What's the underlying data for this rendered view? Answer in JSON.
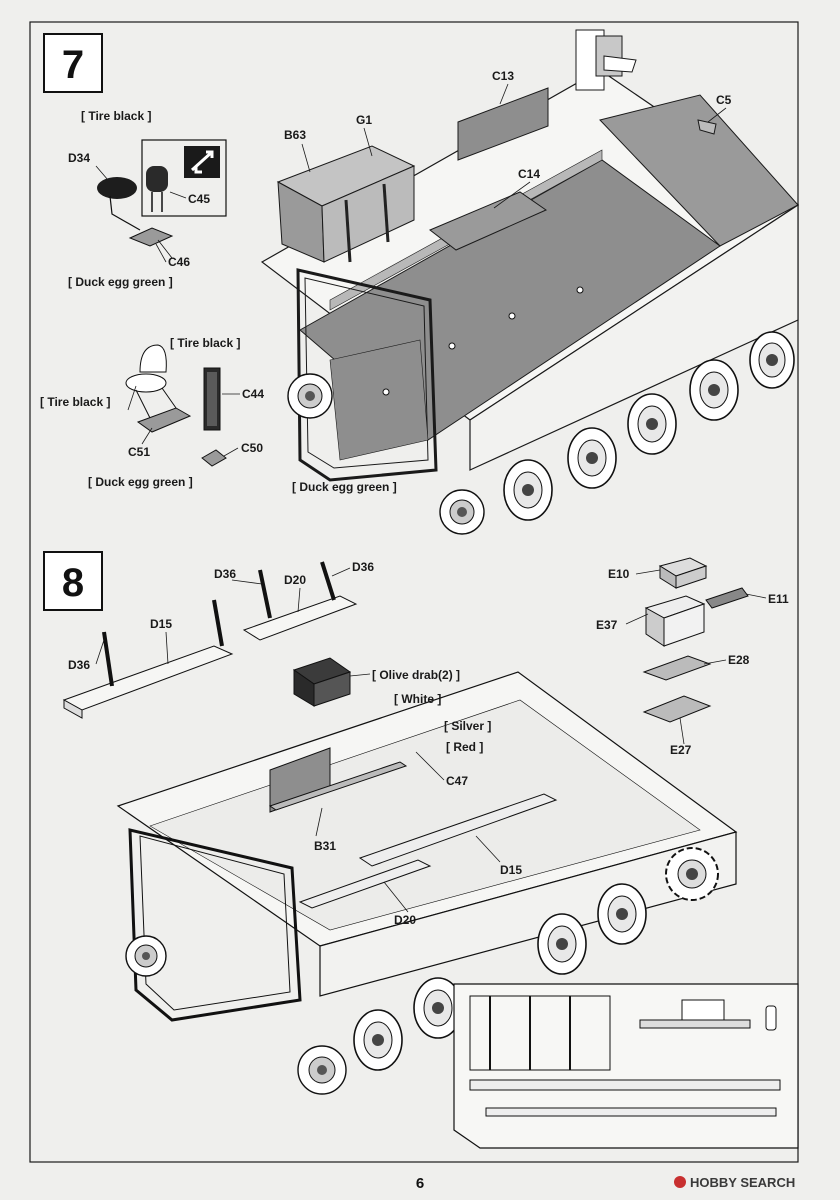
{
  "page": {
    "number": "6"
  },
  "watermark": {
    "text": "HOBBY SEARCH"
  },
  "step7": {
    "number": "7",
    "labels": {
      "tire_black_1": "[ Tire black ]",
      "d34": "D34",
      "c45": "C45",
      "c46": "C46",
      "duck_egg_1": "[ Duck egg green ]",
      "tire_black_2": "[ Tire black ]",
      "c44": "C44",
      "tire_black_3": "[ Tire black ]",
      "c51": "C51",
      "c50": "C50",
      "duck_egg_2": "[ Duck egg green ]",
      "b63": "B63",
      "g1": "G1",
      "c13": "C13",
      "c14": "C14",
      "c5": "C5",
      "duck_egg_3": "[ Duck egg green ]"
    }
  },
  "step8": {
    "number": "8",
    "labels": {
      "d36_a": "D36",
      "d20_a": "D20",
      "d36_b": "D36",
      "d15_a": "D15",
      "d36_c": "D36",
      "olive_drab": "[ Olive drab(2) ]",
      "white": "[ White ]",
      "silver": "[ Silver ]",
      "red": "[ Red ]",
      "c47": "C47",
      "b31": "B31",
      "d15_b": "D15",
      "d20_b": "D20",
      "e10": "E10",
      "e11": "E11",
      "e37": "E37",
      "e28": "E28",
      "e27": "E27"
    }
  },
  "colors": {
    "ink": "#1a1a1a",
    "paper": "#efefed",
    "floor": "#8e8e8e",
    "part_gray": "#b9b9b9",
    "dark": "#3b3b3b"
  }
}
